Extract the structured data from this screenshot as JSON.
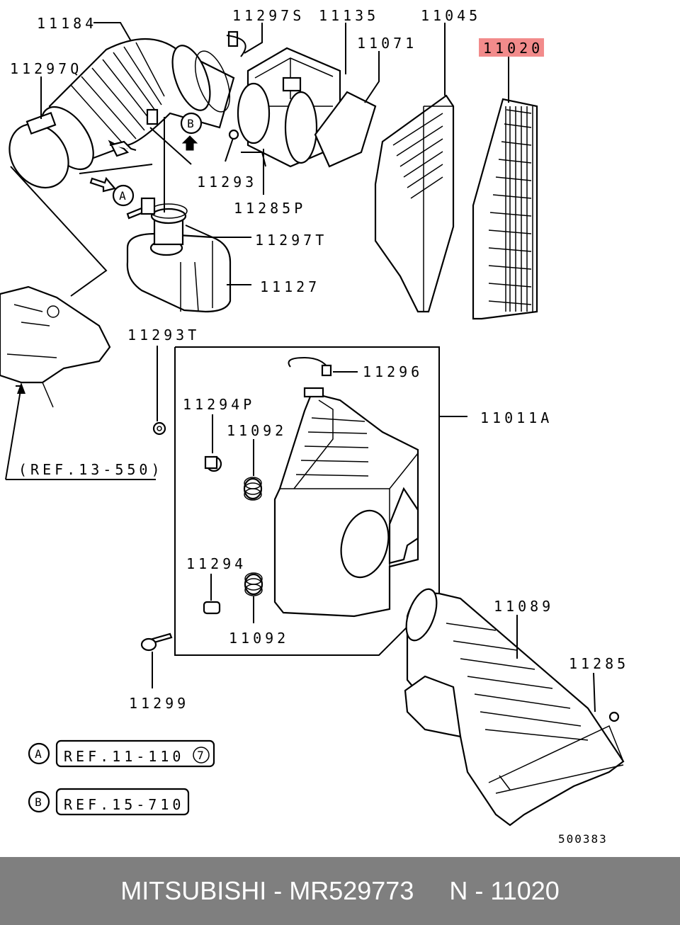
{
  "labels": {
    "p11184": "11184",
    "p11297s": "11297S",
    "p11135": "11135",
    "p11045": "11045",
    "p11020": "11020",
    "p11071": "11071",
    "p11297q": "11297Q",
    "p11293": "11293",
    "p11285p": "11285P",
    "p11297t": "11297T",
    "p11127": "11127",
    "p11293t": "11293T",
    "p11296": "11296",
    "p11011a": "11011A",
    "p11294p": "11294P",
    "p11092a": "11092",
    "ref13550": "(REF.13-550)",
    "p11294": "11294",
    "p11092b": "11092",
    "p11089": "11089",
    "p11285": "11285",
    "p11299": "11299",
    "diagram_no": "500383"
  },
  "callouts": {
    "a": "A",
    "b": "B"
  },
  "refs": {
    "a_text": "REF.11-110",
    "a_circled": "7",
    "b_text": "REF.15-710"
  },
  "highlight_color": "#f28b8b",
  "footer": {
    "text": "MITSUBISHI - MR529773     N - 11020"
  }
}
